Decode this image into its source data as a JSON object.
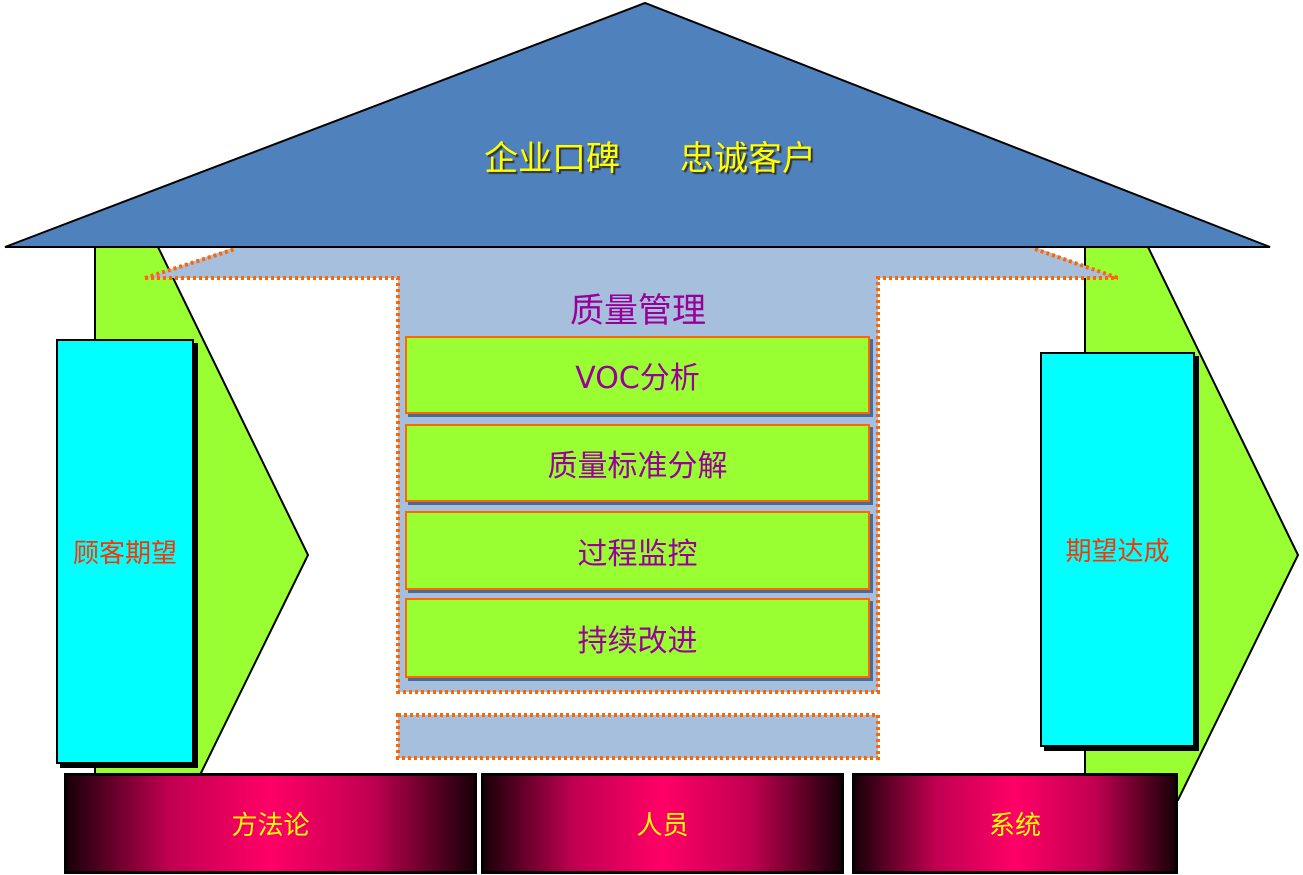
{
  "roof": {
    "left": "企业口碑",
    "right": "忠诚客户"
  },
  "center": {
    "title": "质量管理"
  },
  "steps": [
    "VOC分析",
    "质量标准分解",
    "过程监控",
    "持续改进"
  ],
  "left_pillar": "顾客期望",
  "right_pillar": "期望达成",
  "foundation": [
    "方法论",
    "人员",
    "系统"
  ]
}
